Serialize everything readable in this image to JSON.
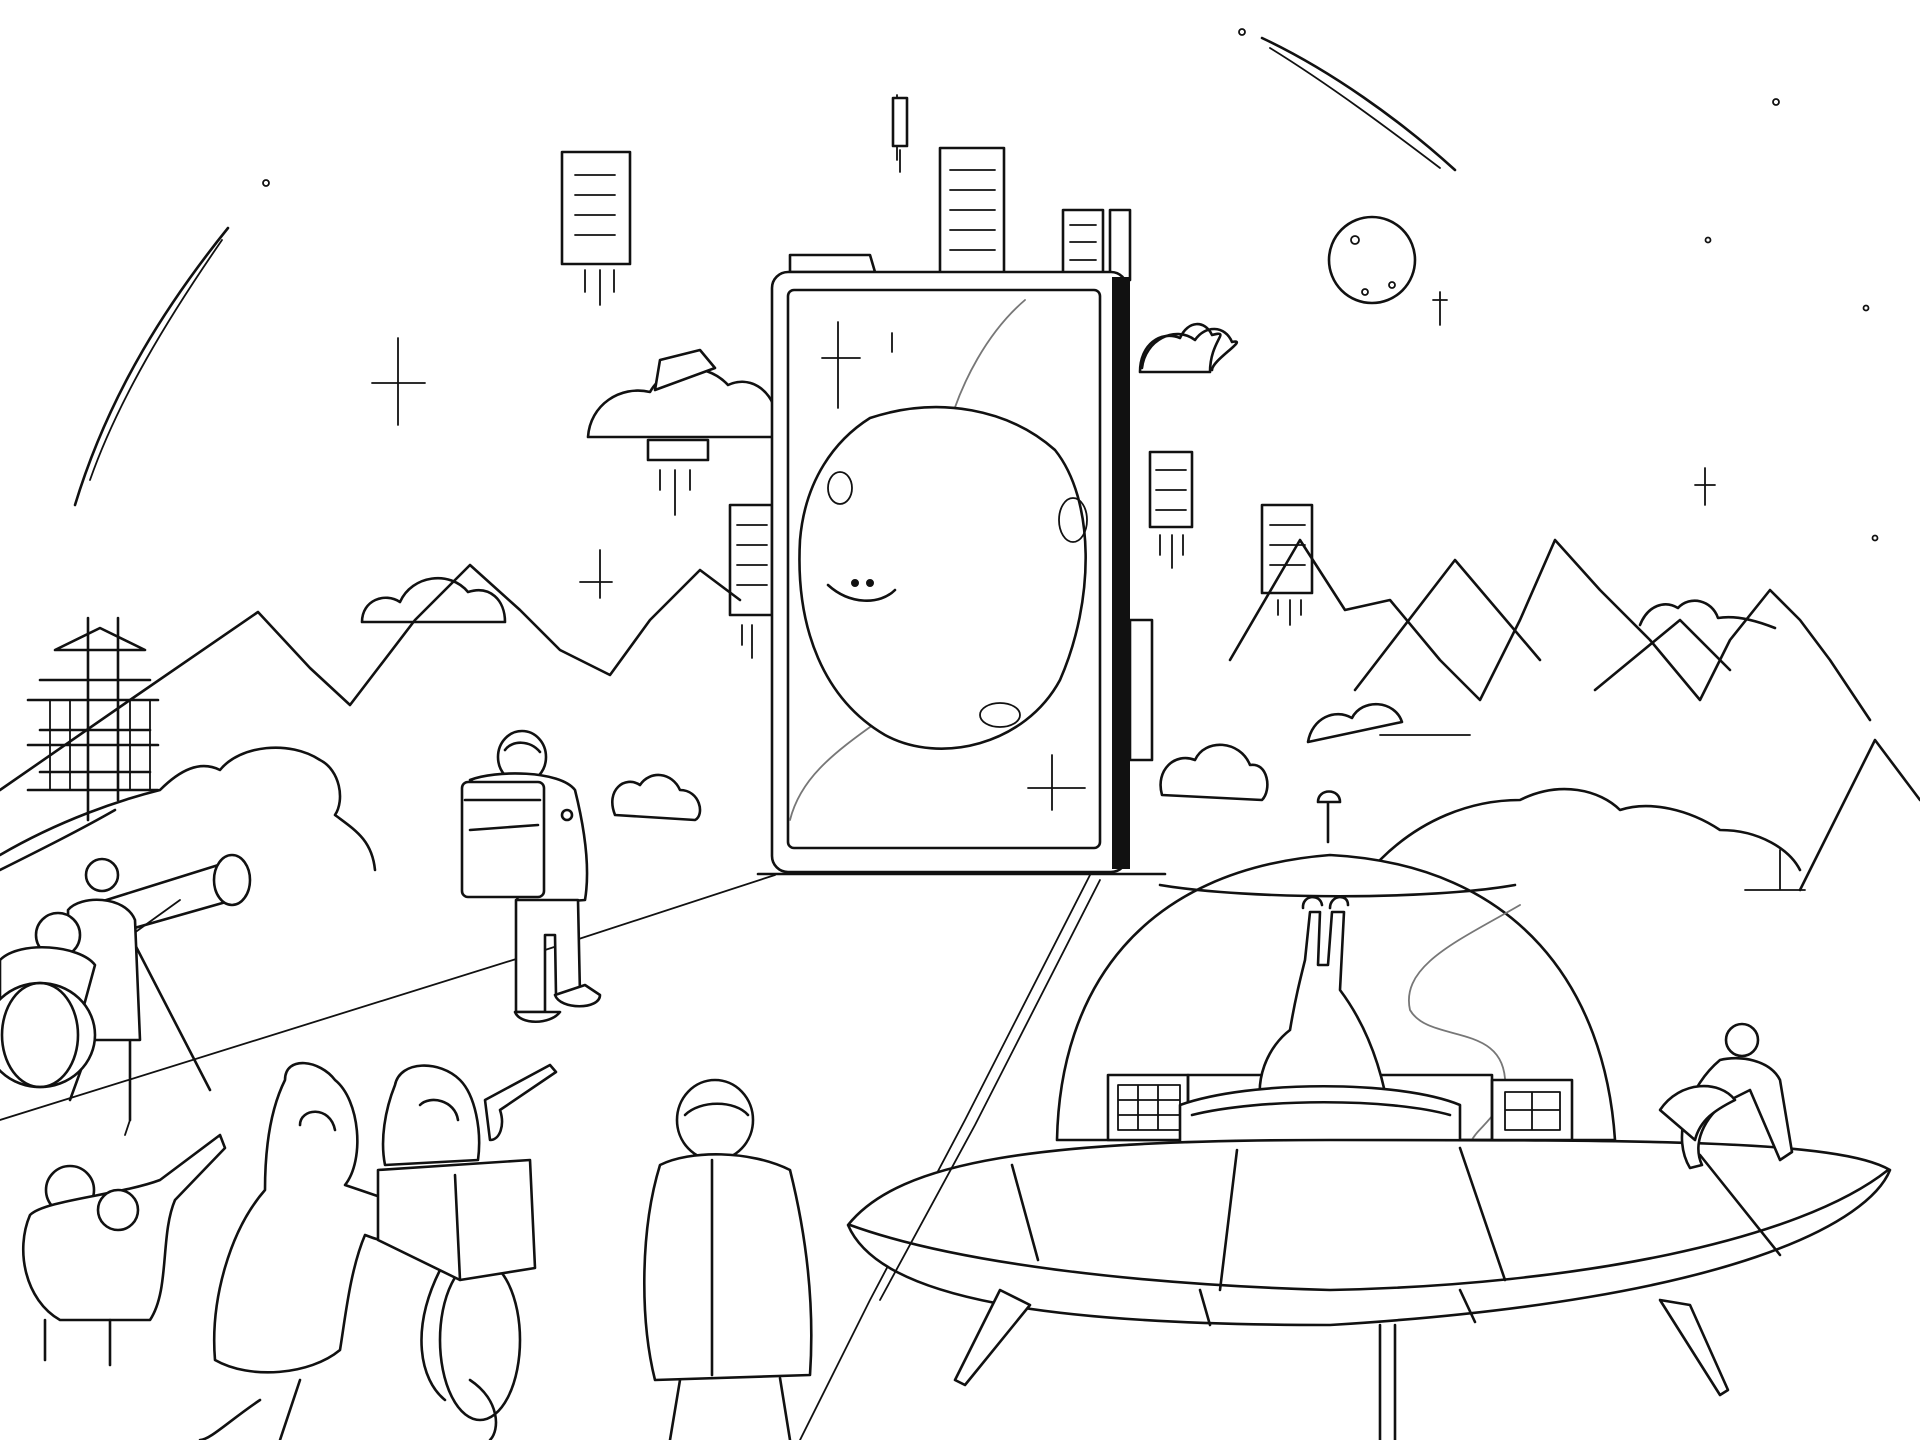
{
  "canvas": {
    "background": "#ffffff",
    "ink": "#111111"
  },
  "illustration": {
    "style": "black line-art",
    "objects": [
      "shooting-star",
      "moon",
      "sparkle-star",
      "floating-lantern",
      "cloud",
      "cloud-ship",
      "mountain",
      "pagoda",
      "giant-screen-monolith",
      "smiling-moon-face",
      "astronaut-with-backpack",
      "telescope",
      "crowd-of-onlookers",
      "cyclist",
      "ufo-saucer",
      "alien-inside-dome",
      "person-sitting-on-saucer"
    ]
  }
}
